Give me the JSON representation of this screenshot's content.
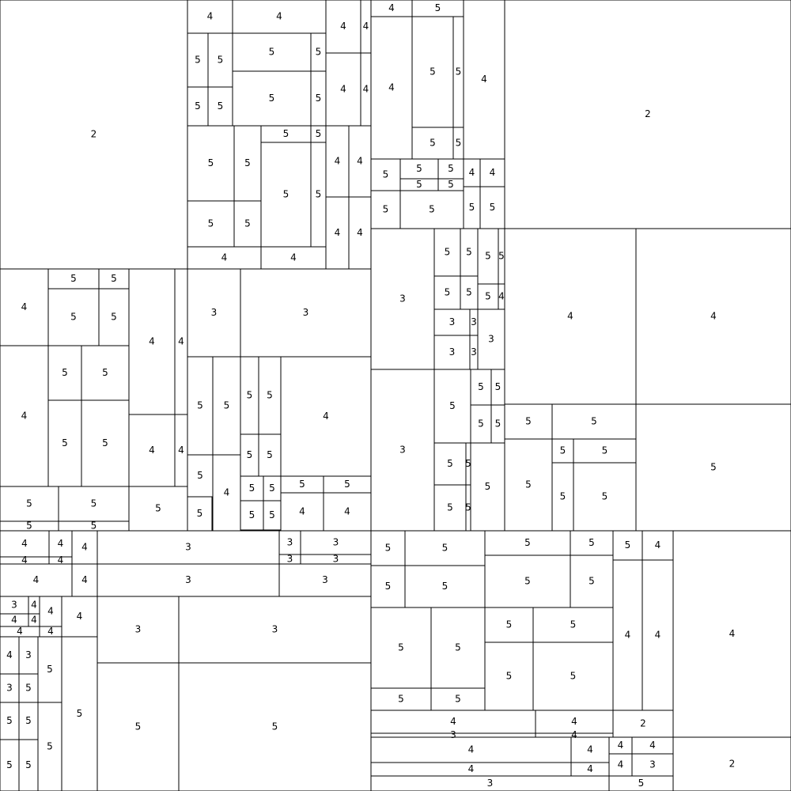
{
  "chart_data": {
    "type": "treemap",
    "labels": [
      "2",
      "4",
      "4",
      "5",
      "5",
      "5",
      "5",
      "5",
      "5",
      "5",
      "5",
      "5",
      "5",
      "5",
      "5",
      "5",
      "5",
      "5",
      "5",
      "4",
      "4",
      "4",
      "4",
      "4",
      "4",
      "4",
      "4",
      "4",
      "4",
      "5",
      "5",
      "3",
      "5",
      "5",
      "5",
      "5",
      "5",
      "5",
      "4",
      "4",
      "4",
      "4",
      "4",
      "4",
      "5",
      "5",
      "5",
      "5",
      "5",
      "5",
      "5",
      "5",
      "5",
      "5",
      "3",
      "2",
      "4",
      "5",
      "5",
      "5",
      "5",
      "4",
      "4",
      "5",
      "5",
      "5",
      "5",
      "5",
      "5",
      "5",
      "5",
      "5",
      "5",
      "5",
      "5",
      "4",
      "3",
      "3",
      "3",
      "3",
      "3",
      "3",
      "3",
      "4",
      "4",
      "5",
      "5",
      "5",
      "5",
      "4",
      "4",
      "5",
      "5",
      "5",
      "5",
      "5",
      "5",
      "5",
      "5",
      "5",
      "5",
      "5",
      "5",
      "5",
      "5",
      "5",
      "5",
      "5",
      "5",
      "5",
      "5",
      "5",
      "5",
      "5",
      "5",
      "5",
      "5",
      "5",
      "4",
      "4",
      "4",
      "4",
      "4",
      "4",
      "4",
      "4",
      "4",
      "4",
      "4",
      "3",
      "3",
      "3",
      "3",
      "3",
      "3",
      "3",
      "3",
      "4",
      "4",
      "4",
      "4",
      "4",
      "4",
      "4",
      "4",
      "3",
      "3",
      "5",
      "5",
      "5",
      "5",
      "5",
      "5",
      "5",
      "5",
      "5",
      "5",
      "5",
      "5",
      "5",
      "5",
      "5",
      "5",
      "5",
      "5",
      "5",
      "5",
      "5",
      "5",
      "5",
      "5",
      "5",
      "5",
      "4",
      "4",
      "4",
      "4",
      "4",
      "4",
      "2",
      "2",
      "3",
      "3",
      "3",
      "4",
      "4",
      "4",
      "4",
      "4",
      "4",
      "4",
      "4",
      "3",
      "3",
      "5",
      "5",
      "5",
      "5",
      "4",
      "4",
      "4",
      "4",
      "4",
      "4",
      "3",
      "3",
      "3",
      "3",
      "3",
      "3",
      "3",
      "3",
      "3",
      "3",
      "3",
      "3",
      "5",
      "5",
      "5",
      "5",
      "5",
      "5",
      "4",
      "4",
      "4",
      "4",
      "3",
      "3",
      "5",
      "5",
      "5",
      "5",
      "5",
      "5",
      "5",
      "5",
      "3",
      "3",
      "3",
      "3"
    ]
  }
}
